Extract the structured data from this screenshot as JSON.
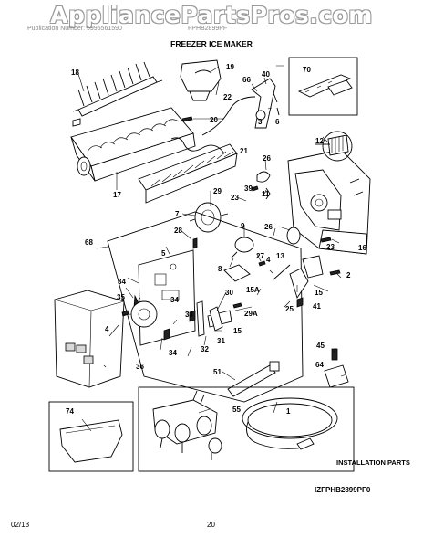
{
  "header": {
    "watermark": "AppliancePartsPros.com",
    "doc_left": "Publication Number: 5995561590",
    "doc_right": "FPHB2899PF",
    "title": "FREEZER ICE MAKER"
  },
  "callouts": {
    "c1": "1",
    "c2": "2",
    "c3": "3",
    "c4": "4",
    "c5": "5",
    "c6": "6",
    "c7": "7",
    "c8": "8",
    "c9": "9",
    "c11": "11",
    "c12": "12",
    "c13": "13",
    "c15": "15",
    "c15a": "15A",
    "c16": "16",
    "c17": "17",
    "c18": "18",
    "c19": "19",
    "c20": "20",
    "c21": "21",
    "c22": "22",
    "c23a": "23",
    "c23b": "23",
    "c25": "25",
    "c26a": "26",
    "c26b": "26",
    "c27": "27",
    "c28": "28",
    "c29": "29",
    "c29a": "29A",
    "c30": "30",
    "c31": "31",
    "c32": "32",
    "c33": "33",
    "c34a": "34",
    "c34b": "34",
    "c34c": "34",
    "c35": "35",
    "c36": "36",
    "c39": "39",
    "c40": "40",
    "c41": "41",
    "c45": "45",
    "c51": "51",
    "c55": "55",
    "c64": "64",
    "c66": "66",
    "c68": "68",
    "c70": "70",
    "c74": "74"
  },
  "installation_label": "INSTALLATION PARTS",
  "diagram_code": "IZFPHB2899PF0",
  "footer": {
    "date": "02/13",
    "page": "20"
  },
  "icons": [
    "ice-mold-icon",
    "ejector-icon",
    "fill-cup-icon",
    "motor-icon",
    "water-valve-icon",
    "water-line-icon",
    "ice-bucket-icon",
    "control-box-icon",
    "harness-icon"
  ]
}
